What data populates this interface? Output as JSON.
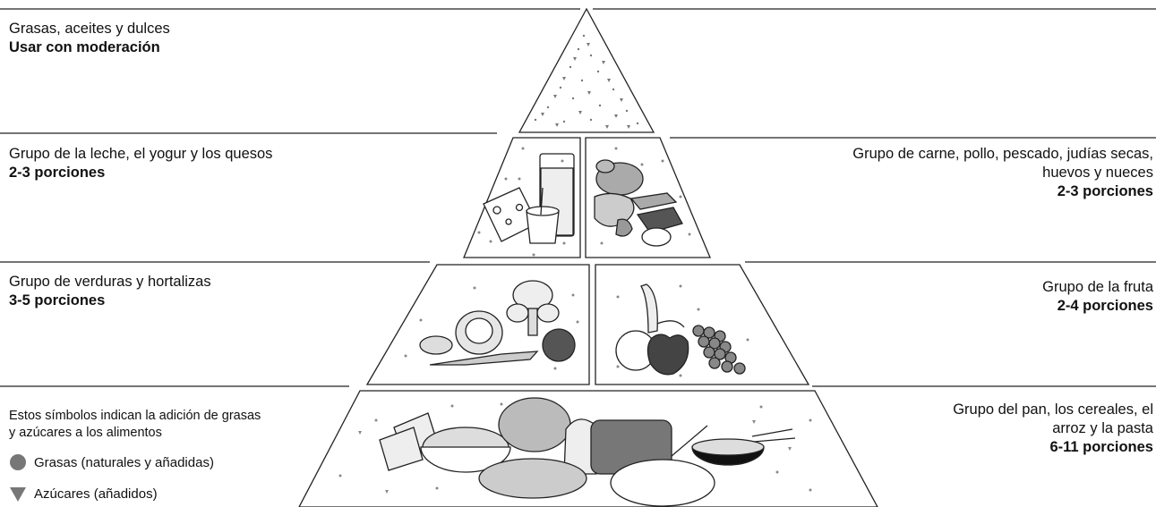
{
  "tiers": {
    "fats": {
      "name": "Grasas, aceites y dulces",
      "serving": "Usar con moderación"
    },
    "milk": {
      "name": "Grupo de la leche, el yogur y los quesos",
      "serving": "2-3 porciones"
    },
    "meat": {
      "name_line1": "Grupo de carne, pollo, pescado, judías secas,",
      "name_line2": "huevos y nueces",
      "serving": "2-3 porciones"
    },
    "vegetables": {
      "name": "Grupo de verduras y hortalizas",
      "serving": "3-5 porciones"
    },
    "fruit": {
      "name": "Grupo de la fruta",
      "serving": "2-4 porciones"
    },
    "bread": {
      "name_line1": "Grupo del pan, los cereales, el",
      "name_line2": "arroz y la pasta",
      "serving": "6-11 porciones"
    }
  },
  "legend": {
    "intro_line1": "Estos símbolos indican la adición de grasas",
    "intro_line2": "y azúcares a los alimentos",
    "fats_label": "Grasas (naturales y añadidas)",
    "sugars_label": "Azúcares (añadidos)"
  },
  "colors": {
    "line": "#222222",
    "symbol": "#777777"
  }
}
